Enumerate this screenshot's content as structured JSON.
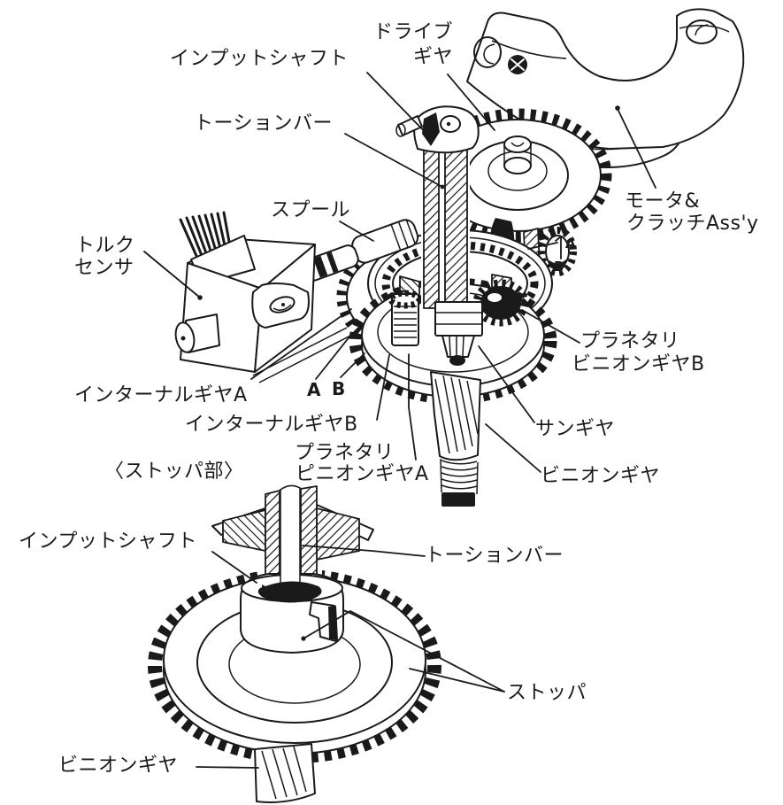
{
  "document": {
    "type": "technical-diagram",
    "language": "ja",
    "colors": {
      "ink": "#1a1a1a",
      "paper": "#ffffff"
    },
    "section_heading": "〈ストッパ部〉",
    "labels": {
      "input_shaft_top": "インプットシャフト",
      "drive_gear_line1": "ドライブ",
      "drive_gear_line2": "ギヤ",
      "torsion_bar_top": "トーションバー",
      "motor_clutch_line1": "モータ&",
      "motor_clutch_line2": "クラッチAss'y",
      "spool": "スプール",
      "torque_sensor_line1": "トルク",
      "torque_sensor_line2": "センサ",
      "planetary_pinion_b_line1": "プラネタリ",
      "planetary_pinion_b_line2": "ビニオンギヤB",
      "internal_gear_a": "インターナルギヤA",
      "pointer_a": "A",
      "pointer_b": "B",
      "internal_gear_b": "インターナルギヤB",
      "planetary_pinion_a_line1": "プラネタリ",
      "planetary_pinion_a_line2": "ピニオンギヤA",
      "sun_gear": "サンギヤ",
      "pinion_gear_middle": "ビニオンギヤ",
      "section_marker_a": "A",
      "section_marker_b": "B",
      "stopper_detail_input_shaft": "インプットシャフト",
      "stopper_detail_torsion_bar": "トーションバー",
      "stopper": "ストッパ",
      "pinion_gear_bottom": "ビニオンギヤ"
    }
  }
}
